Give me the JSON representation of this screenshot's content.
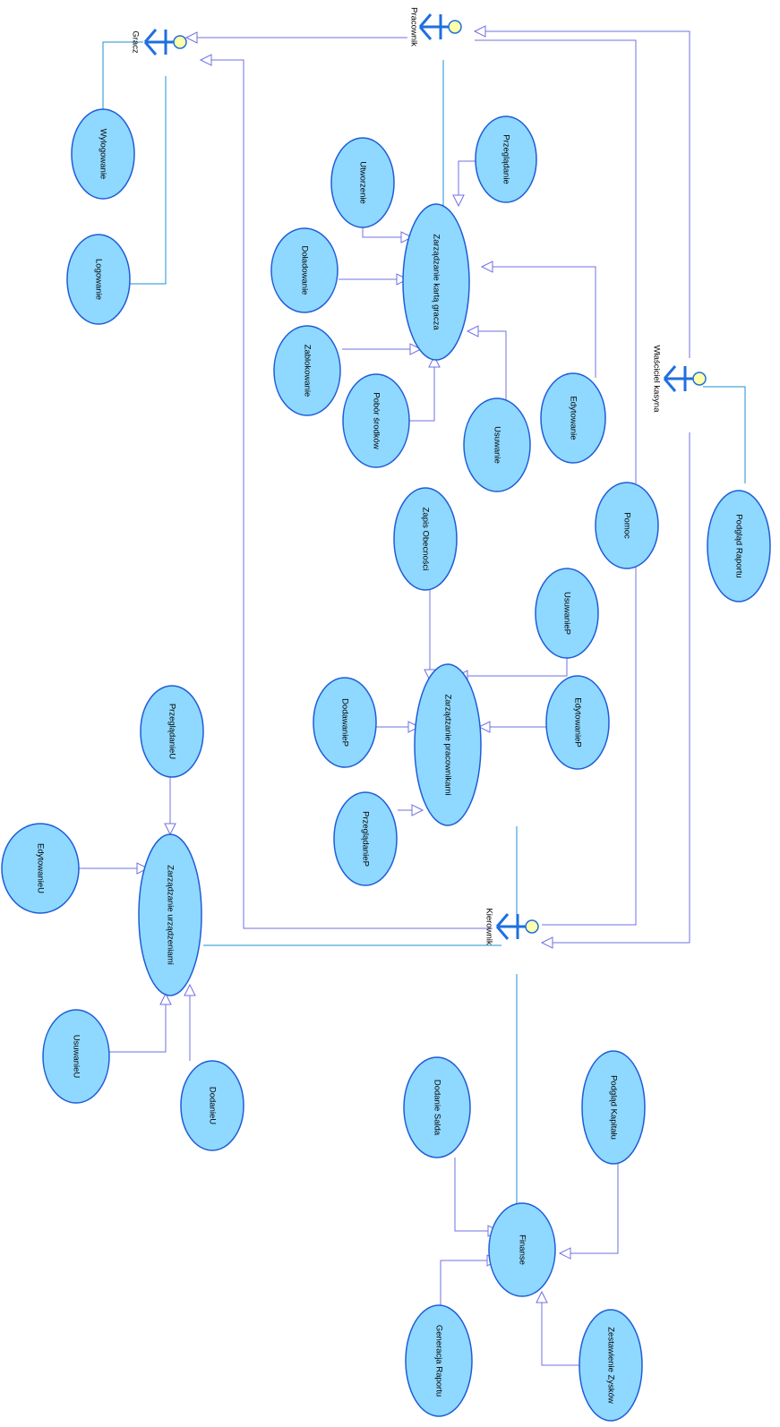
{
  "actors": {
    "gracz": "Gracz",
    "pracownik": "Pracownik",
    "wlasciciel": "Właściciel kasyna",
    "kierownik": "Kierownik"
  },
  "use_cases": {
    "wylogowanie": "Wylogowanie",
    "logowanie": "Logowanie",
    "przegladanie": "Przeglądanie",
    "utworzenie": "Utworzenie",
    "doladowanie": "Doładowanie",
    "zarzadzanie_karta": "Zarządzanie kartą gracza",
    "zablokowanie": "Zablokowanie",
    "pobor": "Pobór środków",
    "usuwanie": "Usuwanie",
    "edytowanie": "Edytowanie",
    "pomoc": "Pomoc",
    "podglad_raportu": "Podgląd Raportu",
    "zapis_obecnosci": "Zapis Obecności",
    "usuwanie_p": "UsuwanieP",
    "dodawanie_p": "DodawanieP",
    "zarzadzanie_pracownikami": "Zarządzanie pracownikami",
    "edytowanie_p": "EdytowanieP",
    "przegladanie_p": "PrzeglądanieP",
    "przegladanie_u": "PrzeglądanieU",
    "edytowanie_u": "EdytowanieU",
    "zarzadzanie_urzadzeniami": "Zarządzanie urządzeniami",
    "usuwanie_u": "UsuwanieU",
    "dodanie_u": "DodanieU",
    "dodanie_salda": "Dodanie Salda",
    "podglad_kapitalu": "Podgląd Kapitału",
    "finanse": "Finanse",
    "generacja_raportu": "Generacja Raportu",
    "zestawienie_zyskow": "Zestawienie Zysków"
  },
  "colors": {
    "use_case_fill": "#8fd8ff",
    "use_case_stroke": "#1e5dd8",
    "association": "#1e8fd8",
    "generalization": "#7070e0",
    "actor_body": "#1e6fe0",
    "actor_head": "#ffffaa"
  }
}
